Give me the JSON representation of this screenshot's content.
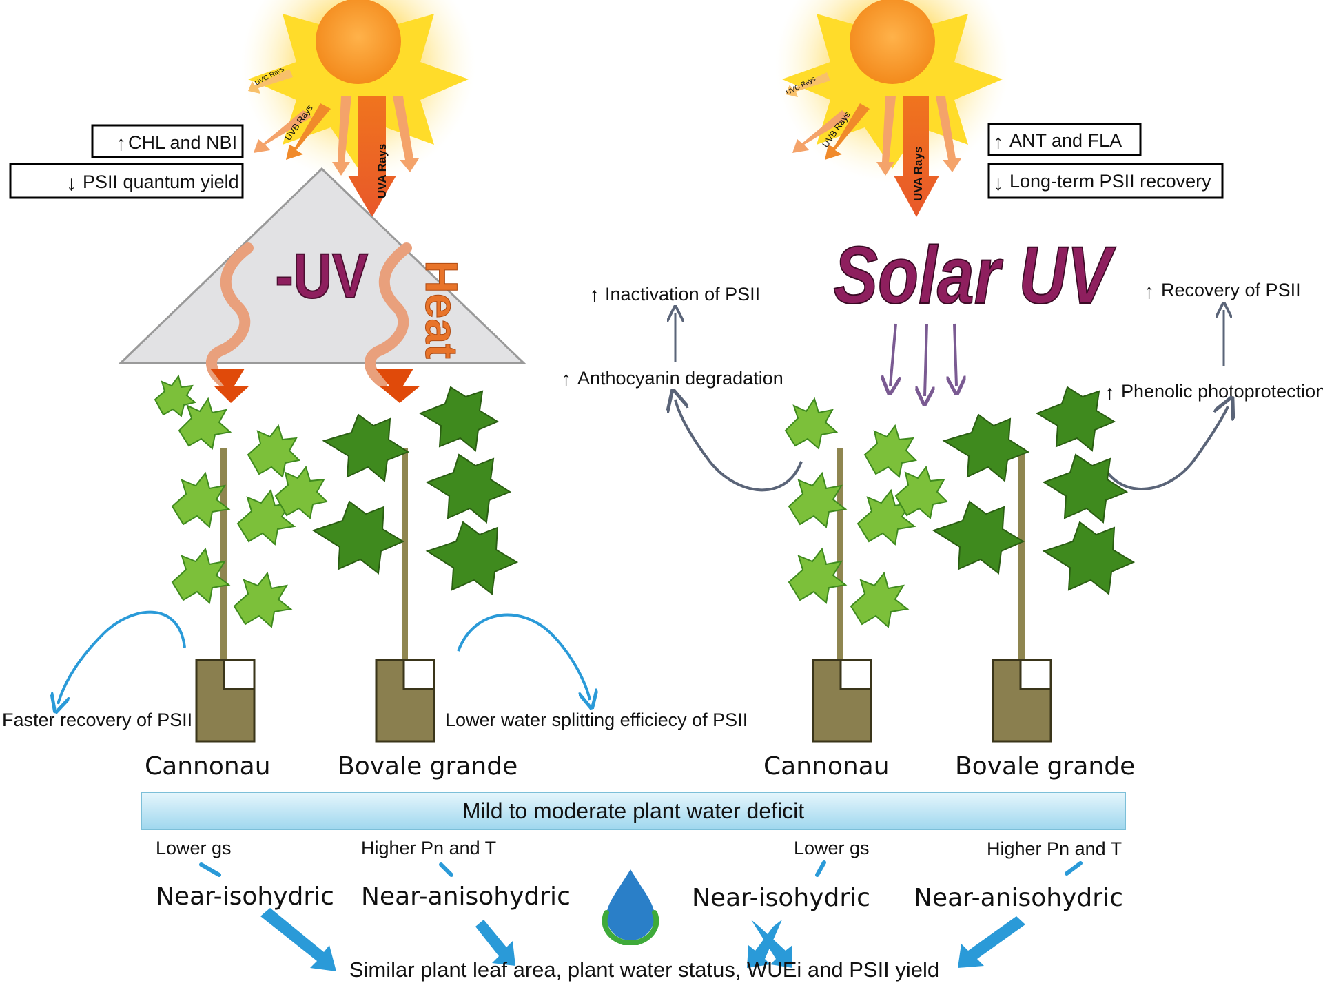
{
  "left_panel": {
    "box_top": "CHL and NBI",
    "box_bottom": "PSII quantum yield",
    "treatment_label": "-UV",
    "heat_label": "Heat",
    "left_effect": "Faster recovery of PSII",
    "right_effect": "Lower water splitting efficiecy of PSII",
    "cultivar_a": "Cannonau",
    "cultivar_b": "Bovale grande"
  },
  "right_panel": {
    "box_top": "ANT and FLA",
    "box_bottom": "Long-term PSII recovery",
    "treatment_label": "Solar UV",
    "left_upper": "Inactivation of PSII",
    "left_lower": "Anthocyanin degradation",
    "right_upper": "Recovery of PSII",
    "right_lower": "Phenolic photoprotection",
    "cultivar_a": "Cannonau",
    "cultivar_b": "Bovale grande"
  },
  "sun_rays": {
    "uvc": "UVC Rays",
    "uvb": "UVB Rays",
    "uva": "UVA Rays"
  },
  "water": {
    "banner": "Mild to moderate plant water deficit",
    "traits": [
      "Lower gs",
      "Higher Pn and T",
      "Lower gs",
      "Higher Pn and T"
    ],
    "behaviors": [
      "Near-isohydric",
      "Near-anisohydric",
      "Near-isohydric",
      "Near-anisohydric"
    ],
    "conclusion": "Similar plant leaf area, plant water status, WUEi and PSII yield"
  },
  "colors": {
    "uv_text": "#8e1f5e",
    "heat": "#e8742a",
    "blue_arrow": "#2a9ad8",
    "banner_fill": "#bfe6f5",
    "stem": "#8f8650",
    "pot": "#8a7f4f",
    "leaf_light": "#7cc03a",
    "leaf_dark": "#3f8a1e",
    "purple_arrow": "#7a5a92",
    "grey_arrow": "#5a6478"
  }
}
